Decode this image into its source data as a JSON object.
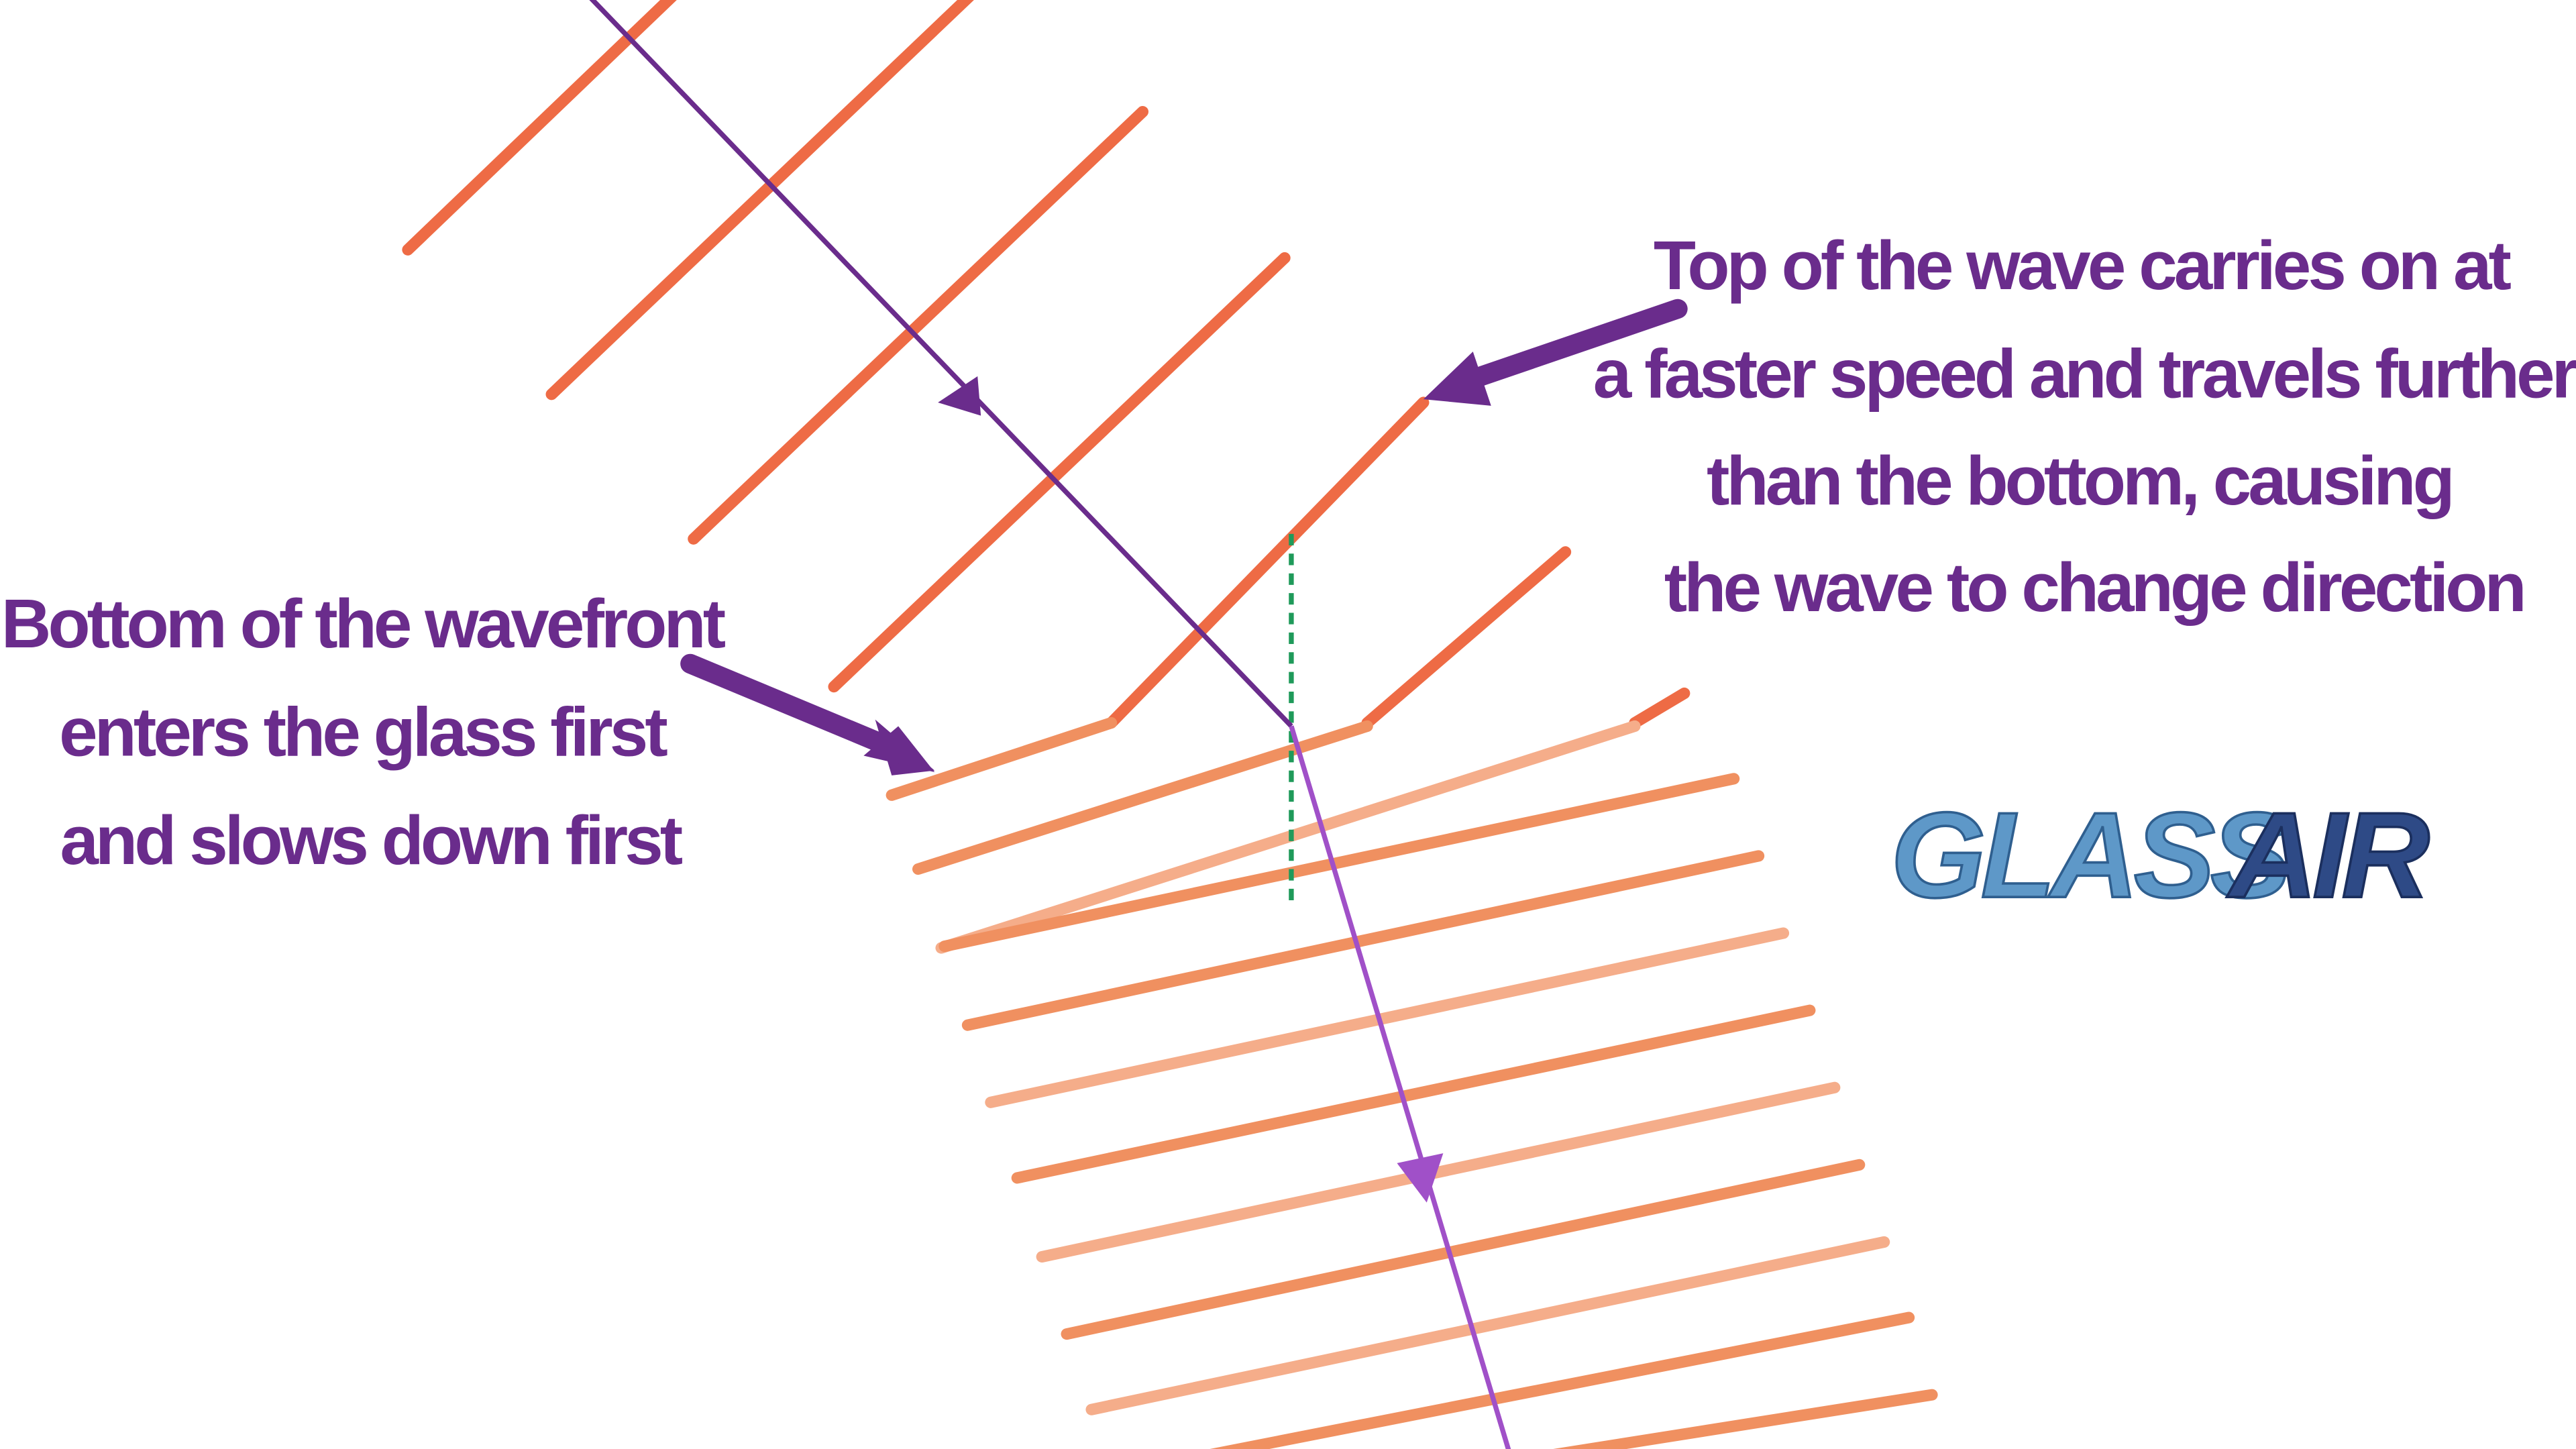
{
  "annotations": {
    "bottom_lines": [
      "Bottom of the wavefront",
      "enters the glass first",
      "and slows down first"
    ],
    "top_lines": [
      "Top of the wave carries on at",
      "a faster speed and travels further",
      "than the bottom, causing",
      "the wave to change direction"
    ]
  },
  "medium_labels": {
    "glass": "GLASS",
    "air": "AIR"
  },
  "colors": {
    "wavefront_air": "#ee6b45",
    "wavefront_glass": "#f09060",
    "wavefront_glass_light": "#f5ad8a",
    "ray_incident": "#6a2c8c",
    "ray_refracted": "#a050c8",
    "normal": "#1f9a5a",
    "annotation_text": "#6a2c8c",
    "arrow": "#6a2c8c"
  },
  "icons": {
    "ray_direction": "arrowhead-icon",
    "annotation_pointer": "pointer-arrow-icon"
  }
}
